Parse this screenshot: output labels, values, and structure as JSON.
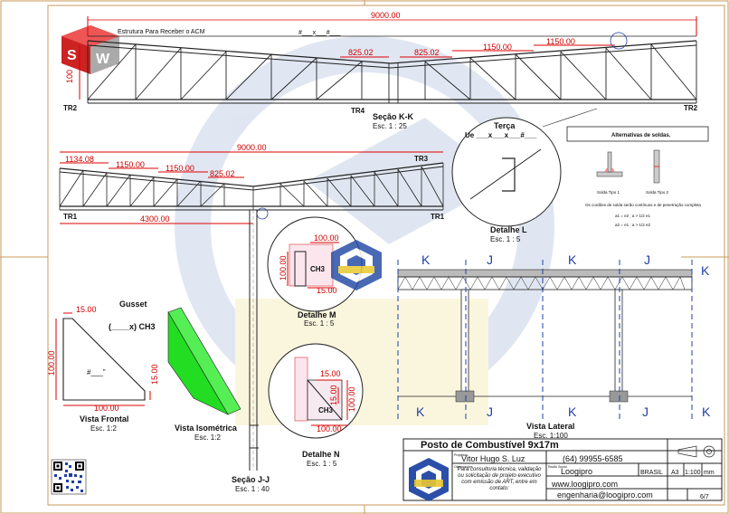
{
  "top_view": {
    "overall_dim": "9000.00",
    "note": "Estrutura Para Receber o ACM",
    "hash_label": "#___x___#___",
    "dims": [
      "825.02",
      "825.02",
      "1150.00",
      "1150.00"
    ],
    "height_dim": "100",
    "labels": {
      "tr2_left": "TR2",
      "tr4": "TR4",
      "tr2_right": "TR2"
    },
    "section_title": "Seção K-K",
    "section_scale": "Esc. 1 : 25"
  },
  "truss_view": {
    "overall_dim": "9000.00",
    "dims": [
      "1134.08",
      "1150.00",
      "1150.00",
      "825.02"
    ],
    "bottom_dim": "4300.00",
    "labels": {
      "tr3": "TR3",
      "tr1_left": "TR1",
      "tr1_right": "TR1"
    }
  },
  "detail_l": {
    "title": "Terça",
    "spec": "Ue ___x___x___#___",
    "name": "Detalhe L",
    "scale": "Esc. 1 : 5"
  },
  "welds": {
    "title": "Alternativas de soldas.",
    "type1": "Solda Tipo 1",
    "type2": "Solda Tipo 2",
    "note": "Os cordões de solda serão contínuos e de penetração completa",
    "formula1": "a1 = e2 ; a > 1/2 e1",
    "formula2": "a2 = e1 ; a > 1/2 e2"
  },
  "detail_m": {
    "dims": [
      "100.00",
      "100.00",
      "15.00"
    ],
    "profile": "CH3",
    "name": "Detalhe M",
    "scale": "Esc. 1 : 5"
  },
  "gusset": {
    "title1": "Gusset",
    "title2": "(____x) CH3",
    "dims": [
      "15.00",
      "100.00",
      "15.00",
      "100.00"
    ],
    "hash": "#___\"",
    "front_name": "Vista Frontal",
    "front_scale": "Esc. 1:2",
    "iso_name": "Vista Isométrica",
    "iso_scale": "Esc. 1:2"
  },
  "detail_n": {
    "dims": [
      "15.00",
      "100.00",
      "15.00",
      "100.00"
    ],
    "profile": "CH3",
    "name": "Detalhe N",
    "scale": "Esc. 1 : 5"
  },
  "section_jj": {
    "name": "Seção J-J",
    "scale": "Esc. 1 : 40"
  },
  "side_view": {
    "markers": [
      "K",
      "J",
      "K",
      "J",
      "K"
    ],
    "name": "Vista Lateral",
    "scale": "Esc. 1:100"
  },
  "title_block": {
    "title": "Posto de Combustível 9x17m",
    "label_projetista": "Projetista",
    "projetista": "Vitor Hugo S. Luz",
    "phone": "(64) 99955-6585",
    "label_obs": "Observações",
    "obs": "Para consultoria técnica, validação ou solicitação de projeto executivo com emissão de ART, entre em contato:",
    "label_razao": "Razão Social",
    "company": "Loogipro",
    "website": "www.loogipro.com",
    "email": "engenharia@loogipro.com",
    "country": "BRASIL",
    "paper": "A3",
    "scale": "1:100",
    "units": "mm",
    "sheet": "6/7"
  },
  "colors": {
    "dim": "#cc0000",
    "structure": "#222222",
    "accent_blue": "#1f3fa8",
    "iso_green": "#22dd22"
  },
  "icons": [
    "solidworks-logo-icon",
    "qr-code-icon",
    "loogipro-logo-icon",
    "projection-symbol-icon",
    "watermark-logo-icon"
  ]
}
